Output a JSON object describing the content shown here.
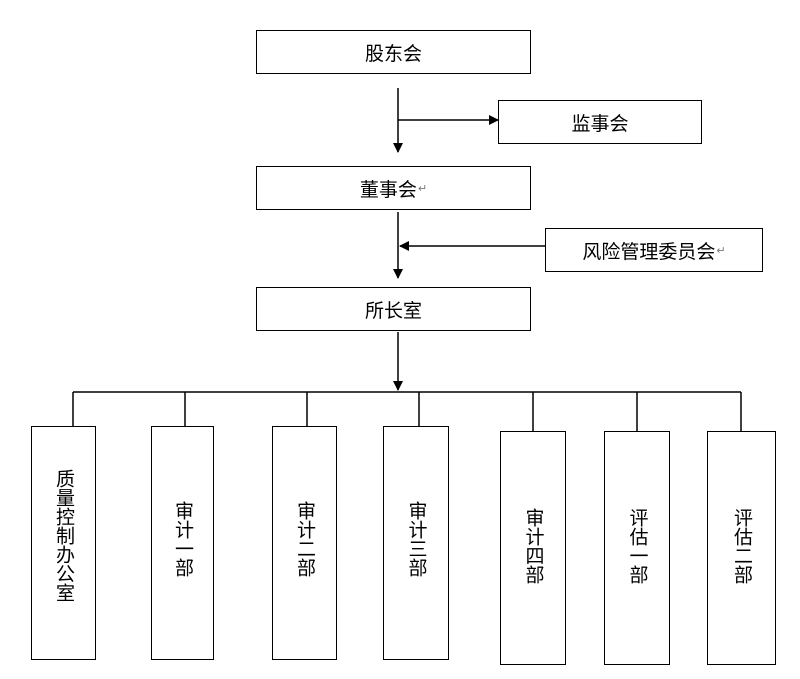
{
  "top": {
    "shareholders": "股东会"
  },
  "side_right": {
    "supervisors": "监事会",
    "risk_committee": "风险管理委员会"
  },
  "middle": {
    "board": "董事会",
    "director_office": "所长室"
  },
  "departments": [
    "质量控制办公室",
    "审计一部",
    "审计二部",
    "审计三部",
    "审计四部",
    "评估一部",
    "评估二部"
  ],
  "return_mark": "↵"
}
